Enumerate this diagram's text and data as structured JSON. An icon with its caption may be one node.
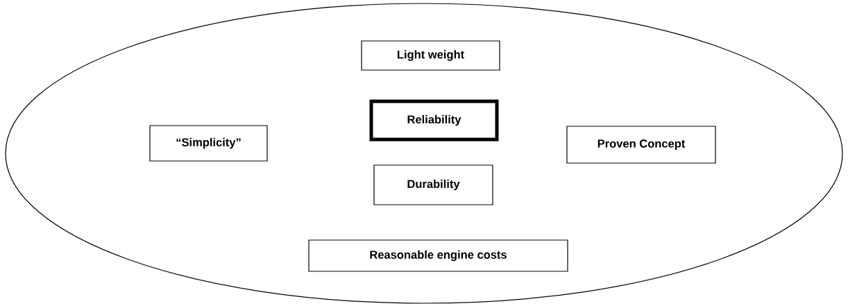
{
  "diagram": {
    "nodes": [
      {
        "text": [],
        "shape": "ellipse"
      },
      {
        "text": [
          "Light weight"
        ],
        "in": 0
      },
      {
        "text": [
          "Reliability"
        ],
        "in": 0
      },
      {
        "text": [
          "“Simplicity”"
        ],
        "in": 0
      },
      {
        "text": [
          "Proven Concept"
        ],
        "in": 0
      },
      {
        "text": [
          "Durability"
        ],
        "in": 0
      },
      {
        "text": [
          "Reasonable engine costs"
        ],
        "in": 0
      }
    ]
  }
}
